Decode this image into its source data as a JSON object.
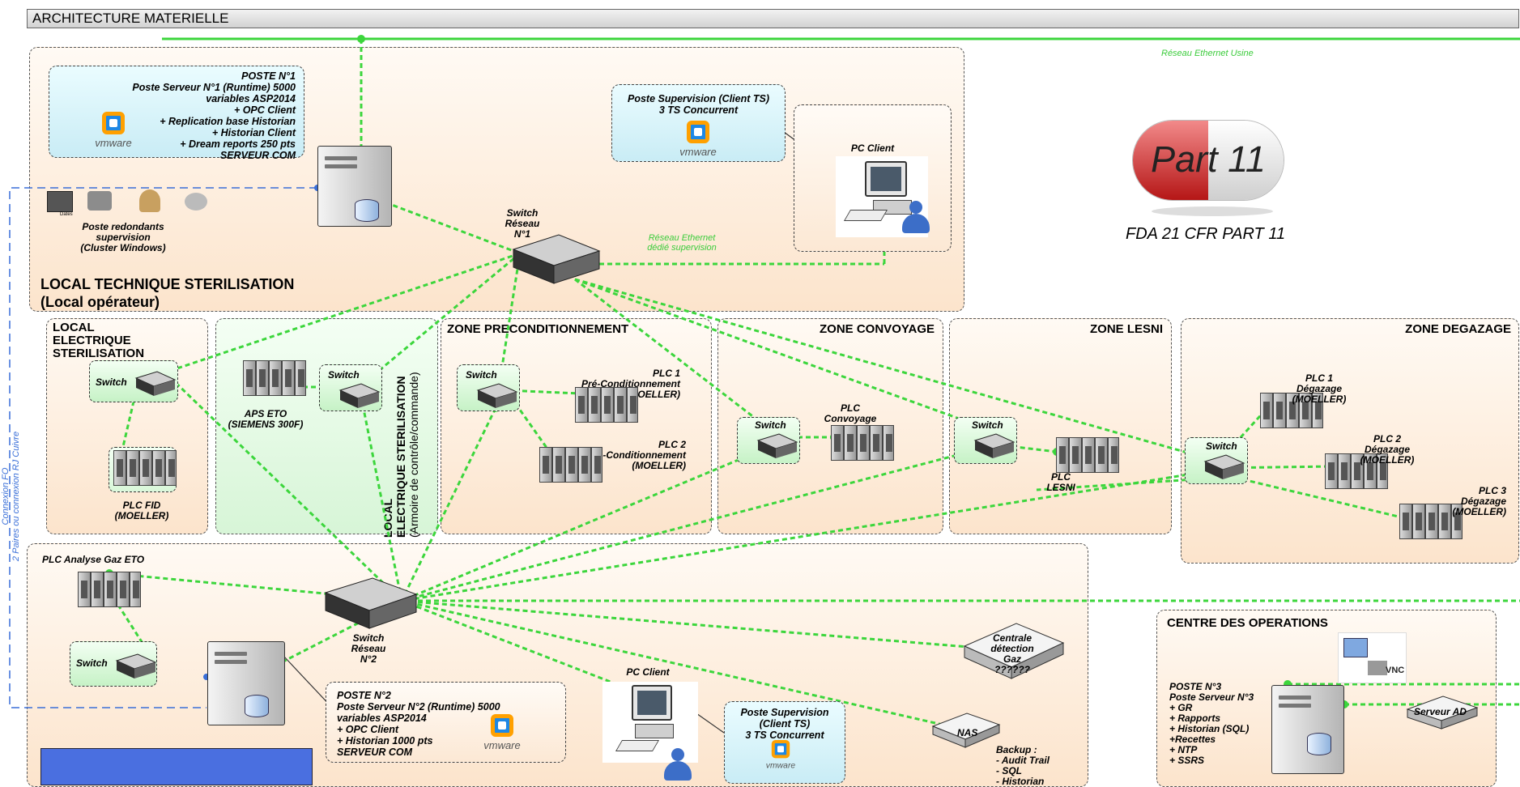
{
  "title": "ARCHITECTURE MATERIELLE",
  "colors": {
    "ethernet": "#3cd63c",
    "fiber": "#3a6fd8",
    "zone_fill": "#fce4cc",
    "badge_red": "#b51616"
  },
  "labels": {
    "reseau_usine": "Réseau Ethernet Usine",
    "reseau_dedie_1": "Réseau Ethernet",
    "reseau_dedie_2": "dédié supervision",
    "connexion_1": "Connexion FO",
    "connexion_2": "2 Paires ou connexion RJ Cuivre"
  },
  "zones": {
    "local_technique_1": "LOCAL TECHNIQUE STERILISATION",
    "local_technique_2": "(Local opérateur)",
    "local_elec_1": "LOCAL",
    "local_elec_2": "ELECTRIQUE",
    "local_elec_3": "STERILISATION",
    "armoire_1": "LOCAL",
    "armoire_2": "ELECTRIQUE STERILISATION",
    "armoire_3": "(Armoire de contrôle/commande)",
    "precond": "ZONE PRECONDITIONNEMENT",
    "convoyage": "ZONE CONVOYAGE",
    "lesni": "ZONE LESNI",
    "degazage": "ZONE DEGAZAGE",
    "centre": "CENTRE DES OPERATIONS"
  },
  "poste1": {
    "l1": "POSTE N°1",
    "l2": "Poste Serveur N°1 (Runtime) 5000",
    "l3": "variables ASP2014",
    "l4": "+ OPC Client",
    "l5": "+ Replication base Historian",
    "l6": "+ Historian Client",
    "l7": "+ Dream reports 250 pts",
    "l8": "SERVEUR COM"
  },
  "redondants": {
    "l1": "Poste redondants",
    "l2": "supervision",
    "l3": "(Cluster Windows)",
    "dates": "Dates"
  },
  "supervision_ts_top": {
    "l1": "Poste Supervision (Client TS)",
    "l2": "3 TS Concurrent"
  },
  "pc_client": "PC Client",
  "vmware": "vmware",
  "switch1": {
    "l1": "Switch",
    "l2": "Réseau",
    "l3": "N°1"
  },
  "switch2": {
    "l1": "Switch",
    "l2": "Réseau",
    "l3": "N°2"
  },
  "switch": "Switch",
  "badge": {
    "text": "Part 11",
    "caption": "FDA 21 CFR PART 11"
  },
  "plc_fid": {
    "l1": "PLC FID",
    "l2": "(MOELLER)"
  },
  "aps": {
    "l1": "APS ETO",
    "l2": "(SIEMENS 300F)"
  },
  "plc1_pre": {
    "l1": "PLC 1",
    "l2": "Pré-Conditionnement",
    "l3": "(MOELLER)"
  },
  "plc2_pre": {
    "l1": "PLC 2",
    "l2": "Pré-Conditionnement",
    "l3": "(MOELLER)"
  },
  "plc_conv": {
    "l1": "PLC",
    "l2": "Convoyage"
  },
  "plc_lesni": {
    "l1": "PLC",
    "l2": "LESNI"
  },
  "plc1_deg": {
    "l1": "PLC 1",
    "l2": "Dégazage",
    "l3": "(MOELLER)"
  },
  "plc2_deg": {
    "l1": "PLC 2",
    "l2": "Dégazage",
    "l3": "(MOELLER)"
  },
  "plc3_deg": {
    "l1": "PLC 3",
    "l2": "Dégazage",
    "l3": "(MOELLER)"
  },
  "plc_gaz": "PLC Analyse Gaz ETO",
  "poste2": {
    "l1": "POSTE N°2",
    "l2": "Poste Serveur N°2 (Runtime) 5000",
    "l3": "variables ASP2014",
    "l4": "+ OPC Client",
    "l5": "+ Historian 1000 pts",
    "l6": "SERVEUR COM"
  },
  "supervision_ts_bottom": {
    "l1": "Poste Supervision",
    "l2": "(Client TS)",
    "l3": "3 TS Concurrent"
  },
  "centrale": {
    "l1": "Centrale",
    "l2": "détection",
    "l3": "Gaz",
    "l4": "??????"
  },
  "nas": "NAS",
  "backup": {
    "l1": "Backup :",
    "l2": "- Audit Trail",
    "l3": "- SQL",
    "l4": "- Historian"
  },
  "poste3": {
    "l1": "POSTE N°3",
    "l2": "Poste Serveur N°3",
    "l3": "+ GR",
    "l4": "+ Rapports",
    "l5": "+ Historian (SQL)",
    "l6": "+Recettes",
    "l7": "+ NTP",
    "l8": "+ SSRS"
  },
  "serveur_ad": "Serveur AD",
  "vnc": "VNC"
}
